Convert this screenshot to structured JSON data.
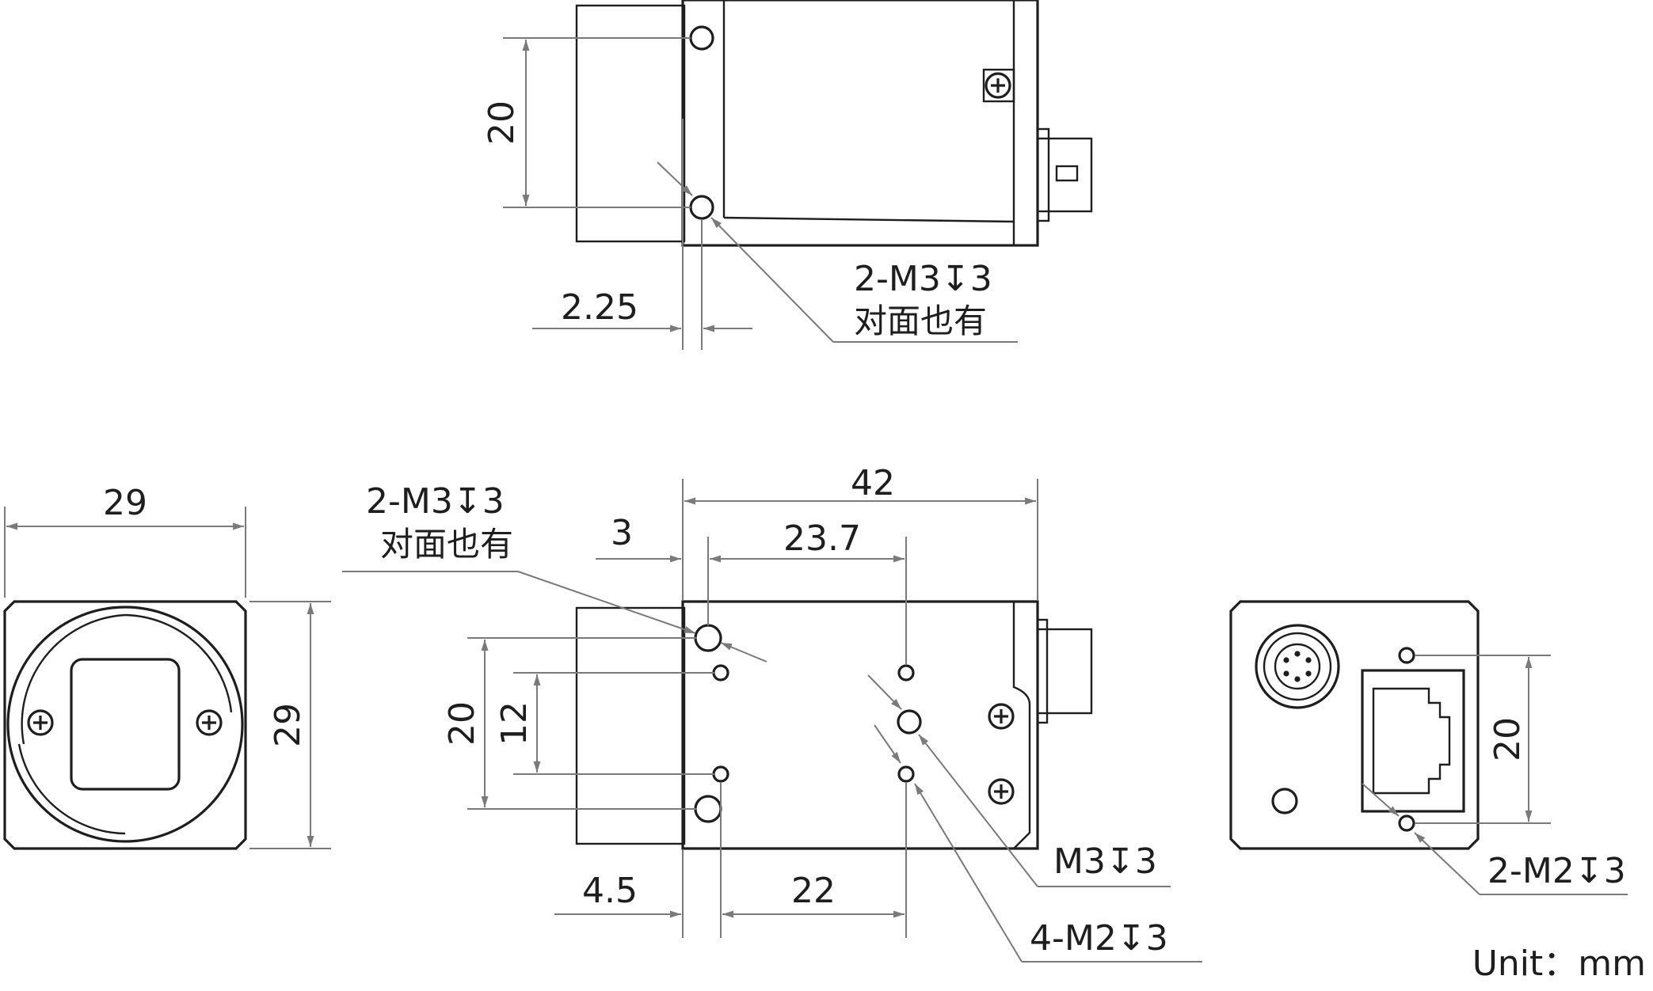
{
  "top_view": {
    "dim_spacing": "20",
    "dim_offset": "2.25",
    "note_line1": "2-M3",
    "note_depth": "3",
    "note_line2": "对面也有"
  },
  "front_view": {
    "dim_width": "29",
    "dim_height": "29"
  },
  "side_view": {
    "dim_length": "42",
    "dim_3": "3",
    "dim_23_7": "23.7",
    "dim_20": "20",
    "dim_12": "12",
    "dim_4_5": "4.5",
    "dim_22": "22",
    "note_top_line1": "2-M3",
    "note_top_depth": "3",
    "note_top_line2": "对面也有",
    "note_m3": "M3",
    "note_m3_depth": "3",
    "note_m2": "4-M2",
    "note_m2_depth": "3"
  },
  "rear_view": {
    "dim_20": "20",
    "note_m2": "2-M2",
    "note_m2_depth": "3"
  },
  "unit_label": "Unit：mm"
}
